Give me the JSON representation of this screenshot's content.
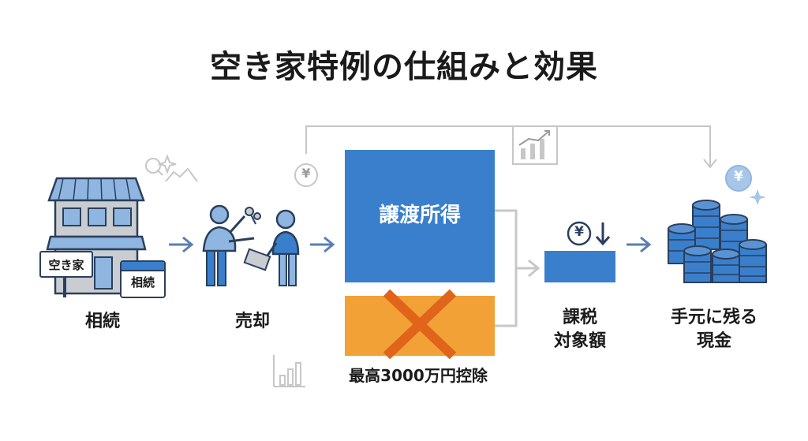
{
  "title": "空き家特例の仕組みと効果",
  "steps": {
    "inherit": {
      "label": "相続",
      "house_sign": "空き家",
      "calendar_text": "相続"
    },
    "sell": {
      "label": "売却"
    },
    "transfer_income": {
      "label": "譲渡所得"
    },
    "deduction": {
      "label": "最高3000万円控除"
    },
    "taxable": {
      "label_line1": "課税",
      "label_line2": "対象額"
    },
    "cash": {
      "label_line1": "手元に残る",
      "label_line2": "現金"
    }
  },
  "symbols": {
    "yen": "¥"
  },
  "colors": {
    "primary_blue": "#3a7fcc",
    "deduction_orange": "#f2a136",
    "cross_orange": "#e0641a",
    "arrow_blue": "#5a7fb0",
    "light_blue": "#a8c6e8"
  }
}
